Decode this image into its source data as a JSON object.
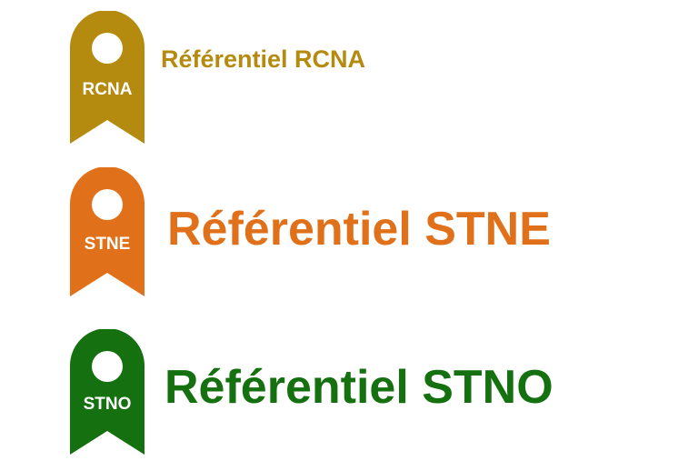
{
  "colors": {
    "rcna": "#b48a0f",
    "stne": "#e0701a",
    "stno": "#15700f"
  },
  "items": [
    {
      "badge": "RCNA",
      "title": "Référentiel RCNA",
      "icon": "ribbon-bookmark-icon"
    },
    {
      "badge": "STNE",
      "title": "Référentiel STNE",
      "icon": "ribbon-bookmark-icon"
    },
    {
      "badge": "STNO",
      "title": "Référentiel STNO",
      "icon": "ribbon-bookmark-icon"
    }
  ]
}
